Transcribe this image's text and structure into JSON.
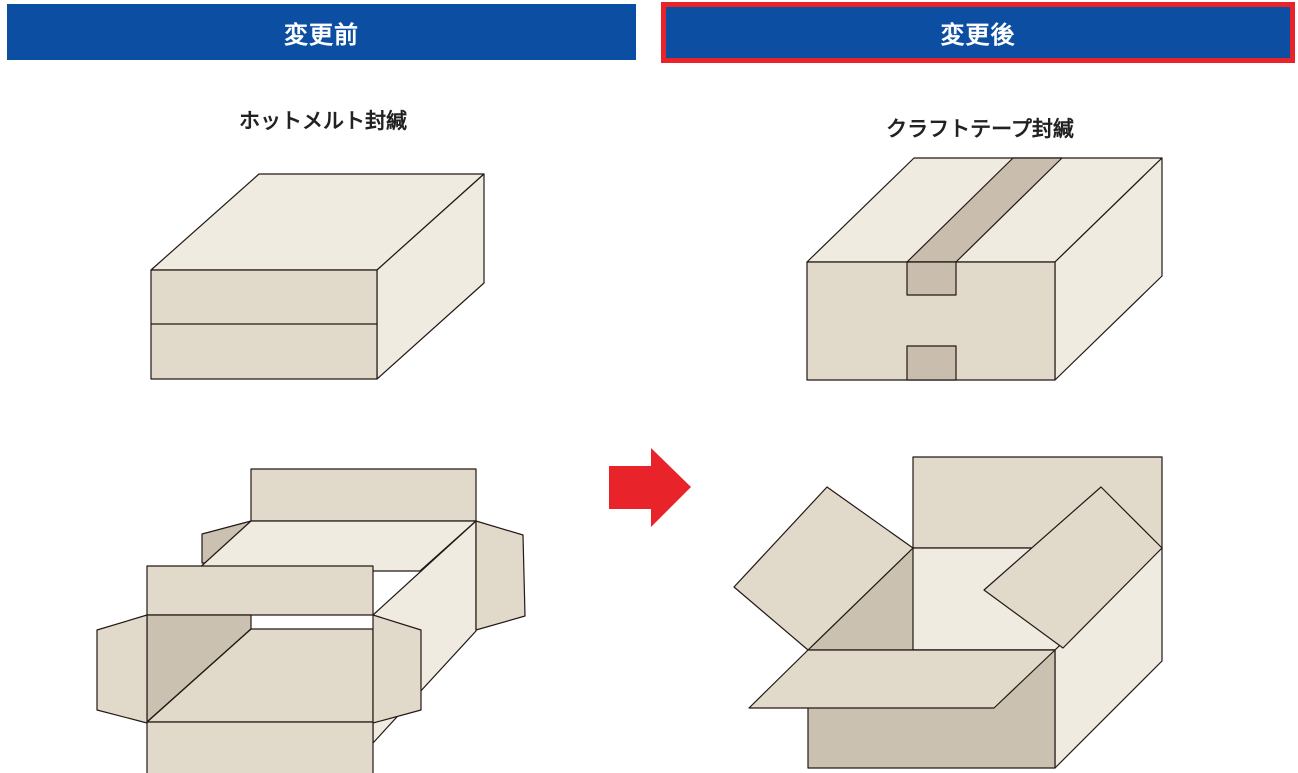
{
  "headers": {
    "before": "変更前",
    "after": "変更後"
  },
  "captions": {
    "before": "ホットメルト封緘",
    "after": "クラフトテープ封緘"
  },
  "colors": {
    "header_bg": "#0c4ea2",
    "highlight_border": "#e8232a",
    "arrow": "#e8232a",
    "box_light": "#efebe1",
    "box_mid": "#e1d9c9",
    "box_dark": "#cbc1b0",
    "tape": "#c9bead"
  },
  "icons": {
    "transition_arrow": "right-arrow-icon"
  }
}
